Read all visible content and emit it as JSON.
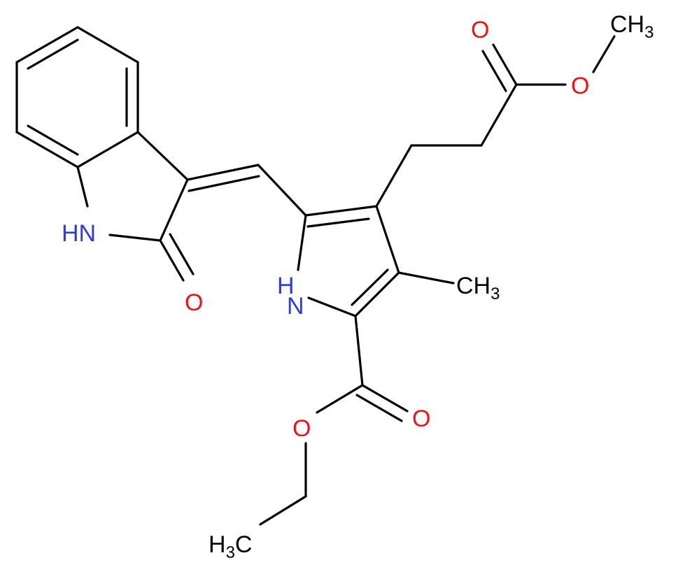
{
  "colors": {
    "bond": "#000000",
    "nitrogen": "#2B3BEB",
    "oxygen": "#E8161B",
    "carbon": "#000000"
  },
  "labels": {
    "indole_nh": {
      "main": "HN",
      "color": "nitrogen"
    },
    "lactam_o": {
      "main": "O",
      "color": "oxygen"
    },
    "pyrrole_nh": {
      "main": "H",
      "second": "N",
      "color": "nitrogen"
    },
    "methyl_ch3": {
      "main": "CH",
      "sub": "3",
      "color": "carbon"
    },
    "ester_carbonyl_o": {
      "main": "O",
      "color": "oxygen"
    },
    "ester_alkoxy_o": {
      "main": "O",
      "color": "oxygen"
    },
    "ethyl_ch3": {
      "pre": "H",
      "presub": "3",
      "main": "C",
      "color": "carbon"
    },
    "top_carbonyl_o": {
      "main": "O",
      "color": "oxygen"
    },
    "top_alkoxy_o": {
      "main": "O",
      "color": "oxygen"
    },
    "top_methyl_ch3": {
      "main": "CH",
      "sub": "3",
      "color": "carbon"
    }
  }
}
